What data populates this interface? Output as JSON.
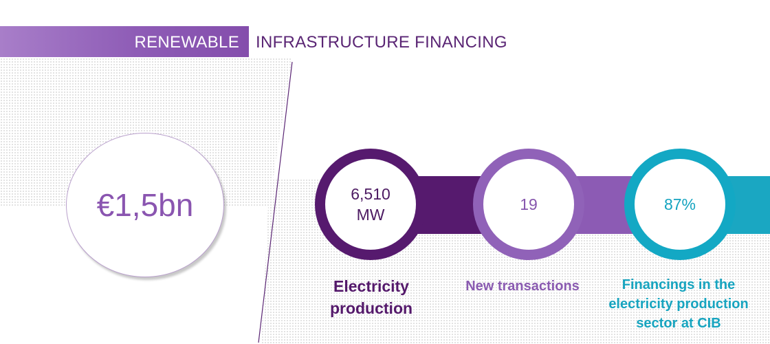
{
  "header": {
    "highlight": "RENEWABLE",
    "rest": "INFRASTRUCTURE FINANCING"
  },
  "headline": {
    "value": "€1,5bn"
  },
  "stats": [
    {
      "value_line1": "6,510",
      "value_line2": "MW",
      "label": "Electricity production",
      "color": "#561a6e"
    },
    {
      "value_line1": "19",
      "label": "New transactions",
      "color": "#8c5bb4"
    },
    {
      "value_line1": "87%",
      "label": "Financings in the electricity production sector at CIB",
      "color": "#1aa7c2"
    }
  ]
}
